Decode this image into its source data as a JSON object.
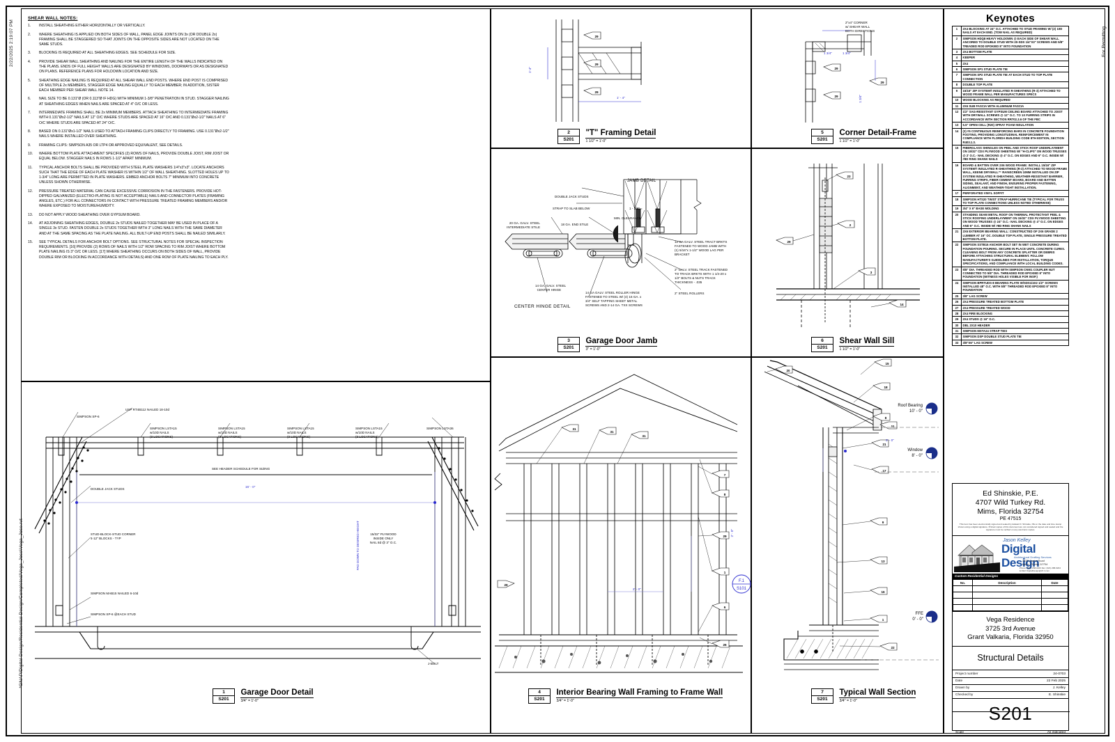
{
  "sheet": {
    "date_stamp": "2/22/2025 2:19:07 PM",
    "file_path": "*GNAP/Digital Design/Residential Design/Completed/Vega_Jose\\Vega_Jose.rvt",
    "for_permitting": "For Permitting"
  },
  "notes": {
    "title": "SHEAR WALL NOTES:",
    "items": [
      {
        "n": "1.",
        "t": "INSTALL SHEATHING EITHER HORIZONTALLY OR VERTICALLY."
      },
      {
        "n": "2.",
        "t": "WHERE SHEATHING IS APPLIED ON BOTH SIDES OF WALL, PANEL EDGE JOINTS ON 3x (OR DOUBLE 2x) FRAMING SHALL BE STAGGERED SO THAT JOINTS ON THE OPPOSITE SIDES ARE NOT LOCATED ON THE SAME STUDS."
      },
      {
        "n": "3.",
        "t": "BLOCKING IS REQUIRED AT ALL SHEATHING EDGES. SEE SCHEDULE FOR SIZE."
      },
      {
        "n": "4.",
        "t": "PROVIDE SHEAR WALL SHEATHING AND NAILING FOR THE ENTIRE LENGTH OF THE WALLS INDICATED ON THE PLANS. ENDS OF FULL HEIGHT WALLS ARE DESIGNATED BY WINDOWS, DOORWAYS OR AS DESIGNATED ON PLANS. REFERENCE PLANS FOR HOLDOWN LOCATION AND SIZE."
      },
      {
        "n": "5.",
        "t": "SHEATHING EDGE NAILING IS REQUIRED AT ALL SHEAR WALL END POSTS. WHERE END POST IS COMPRISED OF MULTIPLE 2x MEMBERS, STAGGER EDGE NAILING EQUALLY TO EACH MEMBER; IN ADDITION, SISTER EACH MEMBER PER SHEAR WALL NOTE 14."
      },
      {
        "n": "6.",
        "t": "NAIL SIZE TO BE 0.131\"Ø (OR 0.113\"Ø IF HDG) WITH MINIMUM 1-3/8\" PENETRATION IN STUD. STAGGER NAILING AT SHEATHING EDGES WHEN NAILS ARE SPACED AT 4\" O/C OR LESS."
      },
      {
        "n": "7.",
        "t": "INTERMEDIATE FRAMING SHALL BE 2x MINIMUM MEMBERS. ATTACH SHEATHING TO INTERMEDIATE FRAMING WITH 0.131\"Øx2-1/2\" NAILS AT 12\" O/C WHERE STUDS ARE SPACED AT 16\" O/C AND 0.131\"Øx2-1/2\" NAILS AT 6\" O/C WHERE STUDS ARE SPACED AT 24\" O/C."
      },
      {
        "n": "8.",
        "t": "BASED ON 0.131\"Øx1-1/2\" NAILS USED TO ATTACH FRAMING CLIPS DIRECTLY TO FRAMING. USE 0.131\"Øx2-1/2\" NAILS WHERE INSTALLED OVER SHEATHING."
      },
      {
        "n": "9.",
        "t": "FRAMING CLIPS: SIMPSON A35 OR LTP4 OR APPROVED EQUIVALENT, SEE DETAILS."
      },
      {
        "n": "10.",
        "t": "WHERE BOTTOM PLATE ATTACHMENT SPECIFIES (2) ROWS OF NAILS, PROVIDE DOUBLE JOIST, RIM JOIST OR EQUAL BELOW. STAGGER NAILS IN ROWS 1-1/2\" APART MINIMUM."
      },
      {
        "n": "11.",
        "t": "TYPICAL ANCHOR BOLTS SHALL BE PROVIDED WITH STEEL PLATE WASHERS 1/4\"x3\"x3\". LOCATE ANCHORS SUCH THAT THE EDGE OF EACH PLATE WASHER IS WITHIN 1/2\" OF WALL SHEATHING. SLOTTED HOLES UP TO 1-3/4\" LONG ARE PERMITTED IN PLATE WASHERS. EMBED ANCHOR BOLTS 7\" MINIMUM INTO CONCRETE UNLESS SHOWN OTHERWISE."
      },
      {
        "n": "12.",
        "t": "PRESSURE TREATED MATERIAL CAN CAUSE EXCESSIVE CORROSION IN THE FASTENERS. PROVIDE HOT-DIPPED GALVANIZED (ELECTRO-PLATING IS NOT ACCEPTABLE) NAILS AND CONNECTOR PLATES (FRAMING ANGLES, ETC.) FOR ALL CONNECTORS IN CONTACT WITH PRESSURE TREATED FRAMING MEMBERS AND/OR WHERE EXPOSED TO MOISTURE/HUMIDITY."
      },
      {
        "n": "13.",
        "t": "DO NOT APPLY WOOD SHEATHING OVER GYPSUM BOARD."
      },
      {
        "n": "14.",
        "t": "AT ADJOINING SHEATHING EDGES, DOUBLE 2x STUDS NAILED TOGETHER MAY BE USED IN PLACE OF A SINGLE 3x STUD. FASTEN DOUBLE 2x STUDS TOGETHER WITH 3\" LONG NAILS WITH THE SAME DIAMETER AND AT THE SAME SPACING AS THE PLATE NAILING. ALL BUILT-UP END POSTS SHALL BE NAILED SIMILARLY."
      },
      {
        "n": "15.",
        "t": "SEE TYPICAL DETAILS FOR ANCHOR BOLT OPTIONS. SEE STRUCTURAL NOTES FOR SPECIAL INSPECTION REQUIREMENTS. [16] PROVIDE (2) ROWS OF NAILS WITH 1/2\" ROW SPACING TO RIM JOIST WHERE BOTTOM PLATE NAILING IS 3\" O/C OR LESS. [17] WHERE SHEATHING OCCURS ON BOTH SIDES OF WALL, PROVIDE DOUBLE RIM OR BLOCKING IN ACCORDANCE WITH DETAILS) AND ONE ROW OF PLATE NAILING TO EACH PLY."
      }
    ]
  },
  "keynotes": {
    "title": "Keynotes",
    "items": [
      {
        "n": "1",
        "t": "2X4 BLOCKING AT 24\" O.C. ATTACHED TO STUD FRAMING W/ (2) 10D NAILS AT EACH END. (TOW NAIL AS REQUIRED)"
      },
      {
        "n": "2",
        "t": "SIMPSON HDQ8 HEAVY  HOLDOWN @ EACH SIDE OF SHEAR WALL ANCORED TO DOUBLE STUD WITH 20-SDS 1/4\"X3\" SCREWS AND 5/8\" TREADED ROD EPOKIED 8\" INTO FOUNDATION"
      },
      {
        "n": "3",
        "t": "2X4 BOTTOM PLATE"
      },
      {
        "n": "4",
        "t": "KEEPER"
      },
      {
        "n": "5",
        "t": "2X4"
      },
      {
        "n": "6",
        "t": "SIMPSON SP1 STUD PLATE TIE"
      },
      {
        "n": "7",
        "t": "SIMPSON SP2 STUD PLATE TIE AT EACH STUD TO TOP PLATE CONNECTION"
      },
      {
        "n": "8",
        "t": "DOUBLE TOP PLATE"
      },
      {
        "n": "9",
        "t": "15/16\" ZIP SYSTEM® INSULATED R-SHEATHING (R-3) ATTACHED TO WOOD FRAME WALL PER MANUFACTURES SPECS"
      },
      {
        "n": "10",
        "t": "WOOD BLOCKING AS REQUIRED"
      },
      {
        "n": "11",
        "t": "2X6 SUB FASCIA WITH ALUMINUM FASCIA"
      },
      {
        "n": "12",
        "t": "1/2\" SAG-RESISTANT GYPSUM CEILING BOARD ATTACHED TO JOIST WITH DRYWALL SCREWS @ 12\" O.C. TO 1X FURRING STRIPS IN ACCORDANCE WITH SECTION RR702.3.6 OF THE FBC"
      },
      {
        "n": "13",
        "t": "5.5\" OPEN CELL (R20) SPRAY FOAM INSULATION"
      },
      {
        "n": "14",
        "t": "(2) #5 CONTINUOUS REINFORCING BARS IN CONCRETE FOUNDATION FOOTING, PROVIDING LONGITUDINAL REINFORCEMENT IN COMPLIANCE WITH FLORIDA BUILDING CODE 8TH EDITION, SECTION R403.1.3."
      },
      {
        "n": "15",
        "t": "FIBERGLASS SHINGLES ON PEEL AND STICK ROOF UNDERLAYMENT ON 15/32\" CDX PLYWOOD SHEETING W/ \"H-CLIPS\" ON WOOD TRUSSES @ 2' O.C.- NAIL DECKING @ 4\" O.C. ON EDGES AND 6\" O.C. INSIDE W/ #8D RING SHANK NAILS"
      },
      {
        "n": "16",
        "t": "BOARD & BATTEN OVER 2X6 WOOD FRAME: INSTALL 15/16\" ZIP SYSTEM® INSULATED R-SHEATHING (R-3) ATTACHED TO WOOD FRAME WALL, KEENE DRYWALL™ RAINSCREEN 10MM INSTALLED ON ZIP SYSTEM INSULATED R-SHEATHING, WEATHER-RESISTANT BARRIER, FURRING STRIPS, FIBER CEMENT BOARD, BOARD AND BATTEN SIDING, SEALANT, AND FINISH, ENSURING PROPER FASTENING, ALIGNMENT, AND WEATHER-TIGHT INSTALLATION."
      },
      {
        "n": "17",
        "t": "PERFORATED VINYL SOFFIT"
      },
      {
        "n": "18",
        "t": "SIMPSON HTS20 TWIST STRAP HURRICANE TIE (TYPICAL FOR TRUSS TO TOP PLATE CONNECTIONS UNLESS NOTED OTHERWISE)"
      },
      {
        "n": "19",
        "t": "3/4\" X 6\" BASE MOLDING"
      },
      {
        "n": "20",
        "t": "STANDING SEAM METAL ROOF ON THERMAL PROTECTANT PEEL & STICK ROOFING UNDERLAYMENT ON 15/32\" CDX PLYWOOD SHEETING ON  WOOD TRUSSES @ 24\" O.C.- NAIL DECKING @ 4\" O.C. ON EDGES AND 6\" O.C. INSIDE W/ #8D RING SHANK NAILS"
      },
      {
        "n": "21",
        "t": "2X6 EXTERIOR BEARING WALL: CONSTRUCTED OF 2X6 GRADE 2 LUMBER AT 16\" OC. DOUBLE TOP PLATE, SINGLE PRESSURE TREATED BOTTOM PLATE."
      },
      {
        "n": "22",
        "t": "SIMPSON SSTB16 ANCHOR BOLT SET IN WET CONCRETE DURING FOUNDATION POURING. SECURE IN PLACE UNTIL CONCRETE CURES. CLEANING BOLT FROM ANY CONCRETE SPLATTER OR DEBRIS BEFORE ATTACHING STRUCTURAL ELEMENT. FOLLOW MANUFACTURER'S GUIDELINES FOR INSTALLATION, TORQUE SPECIFICATIONS, AND COMPLIANCE WITH LOCAL BUILDING CODES."
      },
      {
        "n": "23",
        "t": "5/8\" DIA. THREADED ROD WITH SIMPSON CNW1 COUPLER NUT CONNECTED TO 5/8\" DIA. THREADED ROD EPOXIED 8\" INTO FOUNDATION (WITNESS HOLES VISIBLE FOR INSP.)"
      },
      {
        "n": "24",
        "t": "SIMPSON BPRTUDS-8 BEARING PLATE W/SDS1/4X2 1/2\" SCREWS INSTALLED 48\" O.C. WITH 5/8\" THREADED ROD EPOXIED 8\" INTO FOUNDATION"
      },
      {
        "n": "25",
        "t": "3/8\" LAG SCREW"
      },
      {
        "n": "26",
        "t": "2X4 PRESSURE TREATED BOTTOM PLATE"
      },
      {
        "n": "27",
        "t": "2X4  PRESSURE TREATED WOOD"
      },
      {
        "n": "28",
        "t": "2X4 FIRE BLOCKING"
      },
      {
        "n": "29",
        "t": "2X4 STUDS @ 16\" O.C."
      },
      {
        "n": "30",
        "t": "DBL 2X10 HEADER"
      },
      {
        "n": "31",
        "t": "SIMPSON MSTA24 STRAP TIES"
      },
      {
        "n": "32",
        "t": "SIMPSON DSP DOUBLE STUD PLATE TIE"
      },
      {
        "n": "33",
        "t": "3/8\"X6\" LAG SCREW"
      }
    ]
  },
  "titleblock": {
    "engineer": {
      "name": "Ed Shinskie, P.E.",
      "address": "4707 Wild Turkey Rd.",
      "city": "Mims, Florida 32754",
      "license": "PE 47515"
    },
    "disclaimer": "This item has been electronically signed and sealed by Edward F. Shinskie, PE on the date and time stamp shown using a digital signature. Printed copies of this document are not considered signed and sealed and the signature must be verified on any electronic copies.",
    "logo": {
      "jason": "Jason Kelley",
      "brand": "Digital Design",
      "tagline": "Architectural Drafting Services",
      "addr1": "3438 Cartor Road",
      "addr2": "Mims, Florida 32754",
      "phone": "Phone: (321) 268-0223   Fax: (321) 268-0224",
      "email": "E-Mail: DigitalDesign@cfl.rr.com",
      "cred": "Custom Residential Designs"
    },
    "revisions": {
      "headers": [
        "No.",
        "Description",
        "Date"
      ],
      "rows": [
        {
          "no": "",
          "desc": "",
          "date": ""
        },
        {
          "no": "",
          "desc": "",
          "date": ""
        },
        {
          "no": "",
          "desc": "",
          "date": ""
        },
        {
          "no": "",
          "desc": "",
          "date": ""
        }
      ]
    },
    "project": {
      "name": "Vega Residence",
      "street": "3725 3rd Avenue",
      "city": "Grant Valkaria, Florida 32950"
    },
    "sheet_name": "Structural Details",
    "meta": [
      {
        "k": "Project number",
        "v": "24-0703"
      },
      {
        "k": "Date",
        "v": "22 Feb 2025"
      },
      {
        "k": "Drawn by",
        "v": "J. Kelley"
      },
      {
        "k": "Checked by",
        "v": "E. Shinskie"
      }
    ],
    "sheet_number": "S201",
    "scale_label": "Scale",
    "scale_value": "As indicated"
  },
  "details": [
    {
      "id": "d1",
      "num": "1",
      "sheet": "S201",
      "name": "Garage Door Detail",
      "scale": "3/4\" = 1'-0\""
    },
    {
      "id": "d2",
      "num": "2",
      "sheet": "S201",
      "name": "\"T\" Framing Detail",
      "scale": "1 1/2\" = 1'-0\""
    },
    {
      "id": "d3",
      "num": "3",
      "sheet": "S201",
      "name": "Garage Door Jamb",
      "scale": "3\" = 1'-0\""
    },
    {
      "id": "d4",
      "num": "4",
      "sheet": "S201",
      "name": "Interior Bearing Wall Framing to Frame Wall",
      "scale": "3/4\" = 1'-0\""
    },
    {
      "id": "d5",
      "num": "5",
      "sheet": "S201",
      "name": "Corner Detail-Frame",
      "scale": "1 1/2\" = 1'-0\""
    },
    {
      "id": "d6",
      "num": "6",
      "sheet": "S201",
      "name": "Shear Wall Sill",
      "scale": "1 1/2\" = 1'-0\""
    },
    {
      "id": "d7",
      "num": "7",
      "sheet": "S201",
      "name": "Typical Wall Section",
      "scale": "3/4\" = 1'-0\""
    }
  ],
  "labels": {
    "t_framing": {
      "dim_vertical": "1'-4\"",
      "dim_horizontal": "1' - 4\""
    },
    "corner_frame": {
      "title1": "2\"x4\" CORNER",
      "title2": "w/ SHEAR WALL",
      "title3": "BOTH DIRECTIONS",
      "d1": "1 3/4\"",
      "d2": "1 3/4\"",
      "d3": "1 3/4\""
    },
    "jamb": {
      "title": "JAMB DETAIL",
      "double_jack": "DOUBLE JACK STUDS",
      "strap": "STRAP TO SLAB BELOW",
      "clearance1": "1 - 3/8\" =",
      "clearance2": "MIN. CLEARANCE",
      "int_stile1": "20 GA. GALV. STEEL",
      "int_stile2": "INTERMEDIATE STILE",
      "end_stile": "18 GA. END STILE",
      "track_brkt": "12 GA GALV. STEEL TRACT BRKTS\nFASTENED TO WOOD JAMB WITH\n(1) 5/16\"x 1-1/2\" WOOD LAG PER\nBRACKET",
      "track": "2\" GALV. STEEL TRACK FASTENED\nTO TRACK BRKTS WITH 1 1/4-20 x\n1/2\" BOLTS & NUTS TRACK\nTHICKNESS - .035",
      "rollers": "2\" STEEL ROLLERS",
      "center_hinge_note1": "14 GA. GALV. STEEL",
      "center_hinge_note2": "CENTER HINGE",
      "roller_hinge": "14 GA GALV. STEEL ROLLER HINGE\nFASTENED TO STEEL W/ (4) 16 GA. x\n3/4\" SELF TAPPING SHEET METAL\nSCREWS AND 2-14 GA. TXX SCREWS",
      "center_hinge_title": "CENTER HINGE DETAIL"
    },
    "garage_door": {
      "simpson_sp6_top": "SIMPSON SP-6",
      "usp": "USP RT4B112 NAILED 18-10d",
      "lsta15_a": "SIMPSON LSTA15\nw/10D NAILS\n(3 LOCATIONS)",
      "lsta15_b": "SIMPSON LSTA15\nw/10D NAILS\n(3 LOCATIONS)",
      "lsta15_c": "SIMPSON LSTA15\nw/10D NAILS\n(3 LOCATIONS)",
      "lsta15_d": "SIMPSON LSTA15\nw/10D NAILS\n(3 LOCATIONS)",
      "lsta36": "SIMPSON LSTA36",
      "header_sched": "SEE HEADER SCHEDULE FOR SIZING",
      "dim_width": "16' - 0\"",
      "double_jack": "DOUBLE JACK STUDS",
      "stud_block": "STUD-BLOCK-STUD CORNER\n4-12\" BLOCKS - TYP",
      "plywood": "15/32\" PLYWOOD\nINSIDE ONLY\nNAIL 8d @ 3\" O.C.",
      "pad_down": "PAD DOWN TO DESIRED HEIGHT",
      "mab15": "SIMPSON MAB15 NAILED 6-10d",
      "sp6_each": "SIMPSON SP-6 @EACH STUD",
      "jbolt": "J-BOLT"
    },
    "wall_section": {
      "roof_bearing_name": "Roof Bearing",
      "roof_bearing_elev": "10' - 0\"",
      "window_name": "Window",
      "window_elev": "8' - 0\"",
      "ffe_name": "FFE",
      "ffe_elev": "0' - 0\"",
      "dim_3_0": "3' - 0\"",
      "dim_2_0": "2' - 0\""
    },
    "interior_wall": {
      "dim_2_0": "2' - 0\"",
      "callout_tag": "F.1\nS101"
    },
    "shear_wall_sill": {}
  }
}
